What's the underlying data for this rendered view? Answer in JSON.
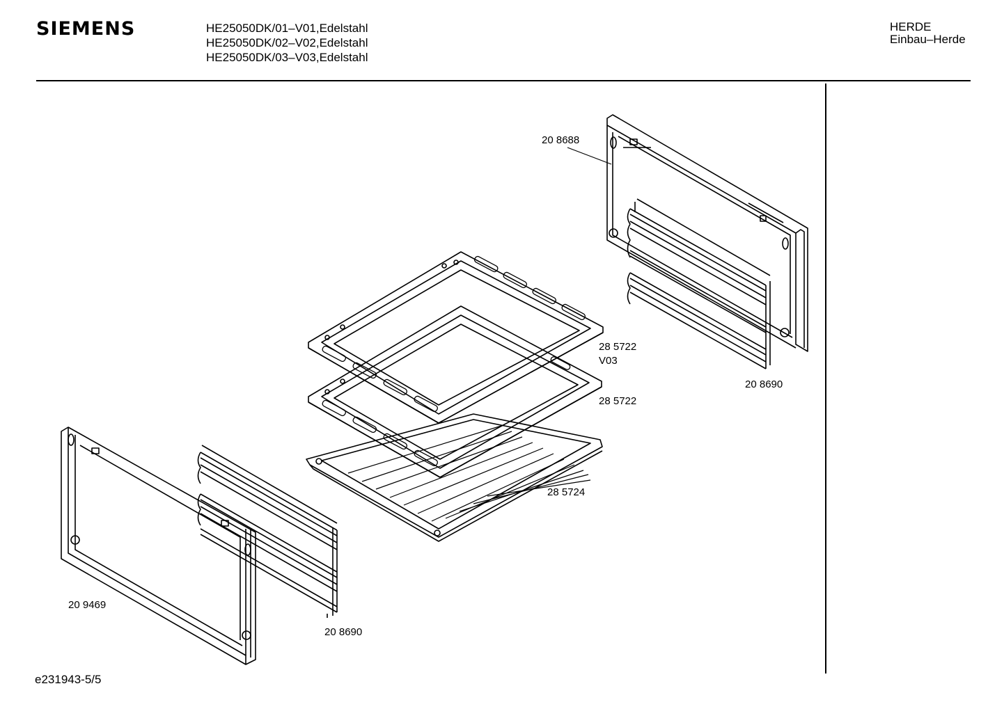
{
  "header": {
    "brand": "SIEMENS",
    "models": [
      "HE25050DK/01–V01,Edelstahl",
      "HE25050DK/02–V02,Edelstahl",
      "HE25050DK/03–V03,Edelstahl"
    ],
    "category": "HERDE",
    "subcategory": "Einbau–Herde"
  },
  "parts": {
    "rear_frame": "20 8688",
    "rail_right": "20 8690",
    "tray_upper": "28 5722",
    "tray_upper_variant": "V03",
    "tray_lower": "28 5722",
    "grill_rack": "28 5724",
    "front_frame": "20 9469",
    "rail_left": "20 8690"
  },
  "footer": {
    "code": "e231943-5/5"
  }
}
